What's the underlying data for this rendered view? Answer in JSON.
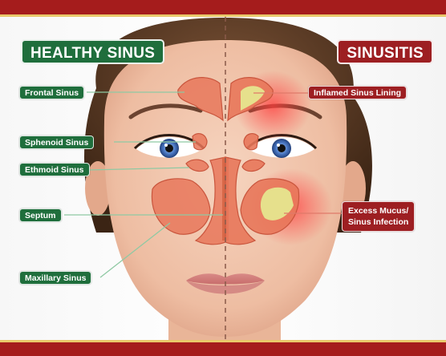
{
  "titles": {
    "healthy": "HEALTHY SINUS",
    "sinusitis": "SINUSITIS"
  },
  "left_labels": {
    "frontal": "Frontal Sinus",
    "sphenoid": "Sphenoid Sinus",
    "ethmoid": "Ethmoid Sinus",
    "septum": "Septum",
    "maxillary": "Maxillary Sinus"
  },
  "right_labels": {
    "inflamed": "Inflamed Sinus Lining",
    "excess_line1": "Excess Mucus/",
    "excess_line2": "Sinus Infection"
  },
  "colors": {
    "healthy_green": "#1f6e3c",
    "sinusitis_red": "#9d1f22",
    "frame_red": "#a51c1c",
    "sinus_orange": "#e8775a",
    "mucus_yellow": "#e6e08c",
    "inflamed_glow": "#ff5a4a",
    "skin": "#f1c8b0"
  }
}
